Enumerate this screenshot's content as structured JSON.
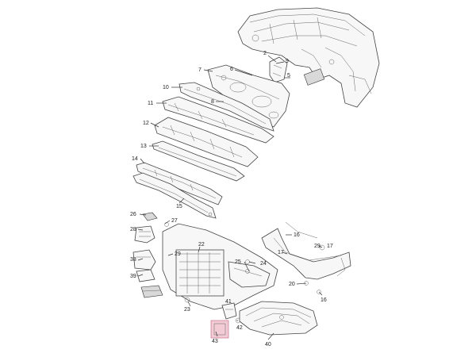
{
  "colors": {
    "background": "#ffffff",
    "line": "#333333",
    "highlight": "#e8a0b0"
  },
  "callouts": [
    "2",
    "5",
    "6",
    "7",
    "8",
    "9",
    "10",
    "11",
    "12",
    "13",
    "14",
    "15",
    "16",
    "17",
    "20",
    "22",
    "23",
    "24",
    "25",
    "26",
    "27",
    "28",
    "29",
    "38",
    "39",
    "40",
    "41",
    "42",
    "43"
  ]
}
